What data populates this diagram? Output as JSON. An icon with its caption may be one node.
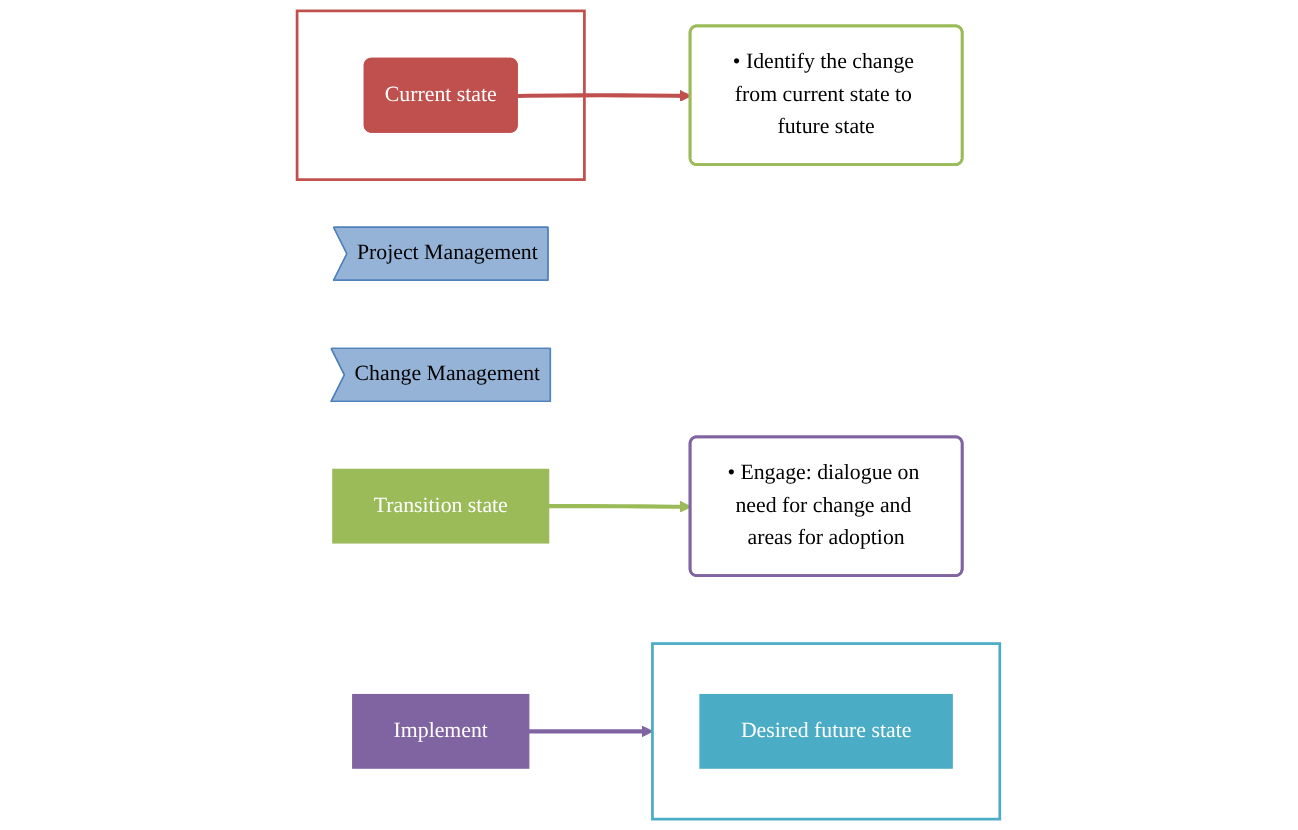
{
  "diagram": {
    "nodes": [
      {
        "text": [
          "Project Management"
        ]
      },
      {
        "text": [],
        "shape": "box"
      },
      {
        "text": [
          "Current state"
        ],
        "in": 1
      },
      {
        "text": [
          "• Identify the change from current state to future state"
        ]
      },
      {
        "text": [
          "Transition state"
        ]
      },
      {
        "text": [
          "• Engage: dialogue on need for change and areas for adoption"
        ]
      },
      {
        "text": [
          "Implement"
        ]
      },
      {
        "text": [],
        "shape": "box"
      },
      {
        "text": [
          "Desired future state"
        ],
        "in": 7
      },
      {
        "text": [
          "Change Management"
        ]
      }
    ],
    "edges": [
      {
        "from": 2,
        "to": 3,
        "arrow": "to",
        "color": "#c0504d"
      },
      {
        "from": 4,
        "to": 5,
        "arrow": "to",
        "color": "#9bbb59"
      },
      {
        "from": 6,
        "to": 7,
        "arrow": "to",
        "color": "#8064a2"
      }
    ]
  }
}
